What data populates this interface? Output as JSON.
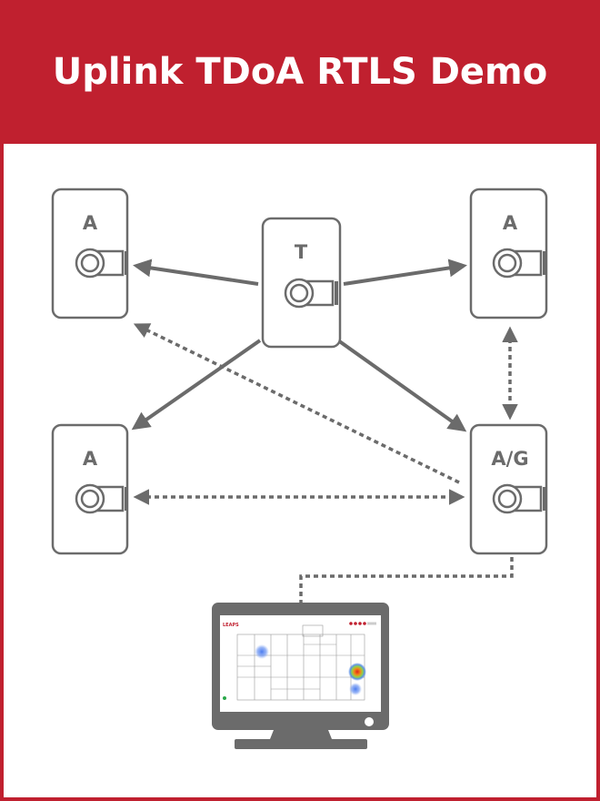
{
  "title": "Uplink TDoA RTLS Demo",
  "colors": {
    "brand": "#c0202f",
    "device": "#6b6b6b",
    "background": "#ffffff"
  },
  "devices": [
    {
      "id": "anchor-top-left",
      "label": "A"
    },
    {
      "id": "tag",
      "label": "T"
    },
    {
      "id": "anchor-top-right",
      "label": "A"
    },
    {
      "id": "anchor-bottom-left",
      "label": "A"
    },
    {
      "id": "anchor-gateway",
      "label": "A/G"
    }
  ],
  "monitor": {
    "app_logo": "LEAPS",
    "icon": "monitor-icon"
  }
}
